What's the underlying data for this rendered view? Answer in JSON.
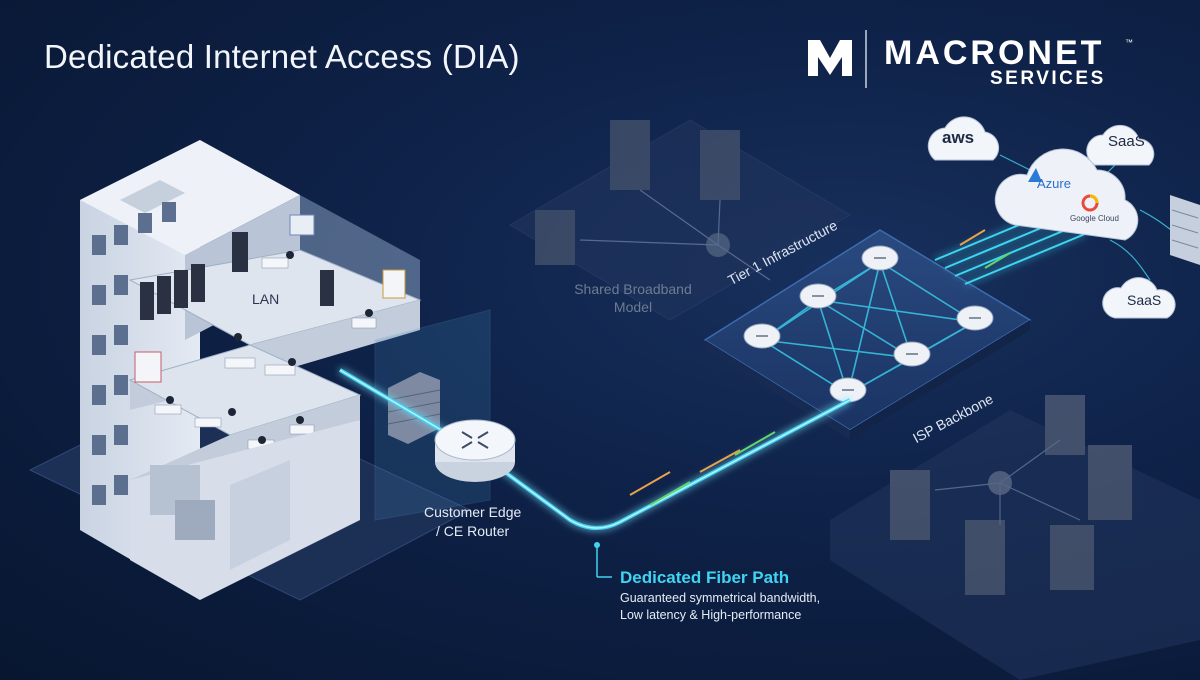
{
  "title": "Dedicated Internet Access (DIA)",
  "brand": {
    "mark": "M",
    "name": "MACRONET",
    "sub": "SERVICES",
    "tm": "™"
  },
  "labels": {
    "lan": "LAN",
    "ce_router": [
      "Customer Edge",
      "/ CE Router"
    ],
    "shared_model": [
      "Shared Broadband",
      "Model"
    ],
    "tier1": "Tier 1 Infrastructure",
    "isp_backbone": "ISP Backbone"
  },
  "clouds": {
    "aws": "aws",
    "saas1": "SaaS",
    "azure": "Azure",
    "google": "Google Cloud",
    "saas2": "SaaS"
  },
  "fiber": {
    "title": "Dedicated Fiber Path",
    "desc1": "Guaranteed symmetrical bandwidth,",
    "desc2": "Low latency & High-performance"
  },
  "colors": {
    "fiber": "#3fd4f0",
    "background": "#0e2147",
    "accent_orange": "#e8a24a",
    "accent_green": "#62d66a"
  }
}
